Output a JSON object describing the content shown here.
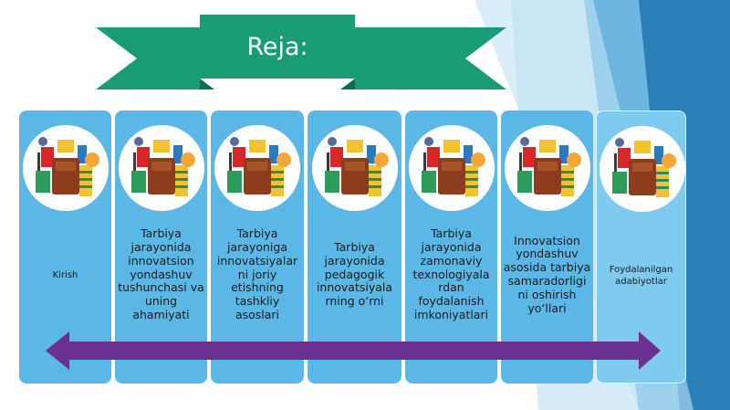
{
  "slide": {
    "title": "Reja:",
    "colors": {
      "banner": "#1a9d74",
      "banner_dark": "#0f6e50",
      "card": "#5bb8e6",
      "arrow": "#6a3193",
      "background_accent": "#2b7fb8"
    }
  },
  "cards": [
    {
      "label": "Kirish",
      "icon": "school-supplies-image"
    },
    {
      "label": "Tarbiya jarayonida innovatsion yondashuv tushunchasi va uning ahamiyati",
      "icon": "school-supplies-image"
    },
    {
      "label": "Tarbiya jarayoniga innovatsiyalar ni joriy etishning tashkliy asoslari",
      "icon": "school-supplies-image"
    },
    {
      "label": "Tarbiya jarayonida pedagogik innovatsiyala rning o‘rni",
      "icon": "school-supplies-image"
    },
    {
      "label": "Tarbiya jarayonida zamonaviy texnologiyala rdan foydalanish imkoniyatlari",
      "icon": "school-supplies-image"
    },
    {
      "label": "Innovatsion yondashuv asosida tarbiya samaradorligi ni oshirish yo‘llari",
      "icon": "school-supplies-image"
    },
    {
      "label": "Foydalanilgan adabiyotlar",
      "icon": "school-supplies-image"
    }
  ]
}
